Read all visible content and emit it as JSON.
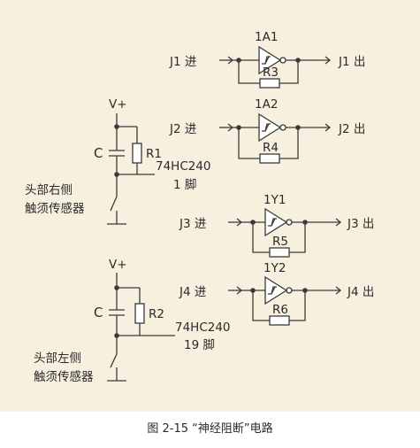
{
  "figure": {
    "caption": "图 2-15 “神经阻断”电路",
    "inverters": [
      {
        "name": "1A1",
        "resistor": "R3",
        "input_label": "J1 进",
        "output_label": "J1 出"
      },
      {
        "name": "1A2",
        "resistor": "R4",
        "input_label": "J2 进",
        "output_label": "J2 出"
      },
      {
        "name": "1Y1",
        "resistor": "R5",
        "input_label": "J3 进",
        "output_label": "J3 出"
      },
      {
        "name": "1Y2",
        "resistor": "R6",
        "input_label": "J4 进",
        "output_label": "J4 出"
      }
    ],
    "sensors": [
      {
        "supply": "V+",
        "capacitor": "C",
        "resistor": "R1",
        "chip": "74HC240",
        "pin": "1 脚",
        "sensor_line1": "头部右侧",
        "sensor_line2": "触须传感器"
      },
      {
        "supply": "V+",
        "capacitor": "C",
        "resistor": "R2",
        "chip": "74HC240",
        "pin": "19 脚",
        "sensor_line1": "头部左侧",
        "sensor_line2": "触须传感器"
      }
    ]
  }
}
